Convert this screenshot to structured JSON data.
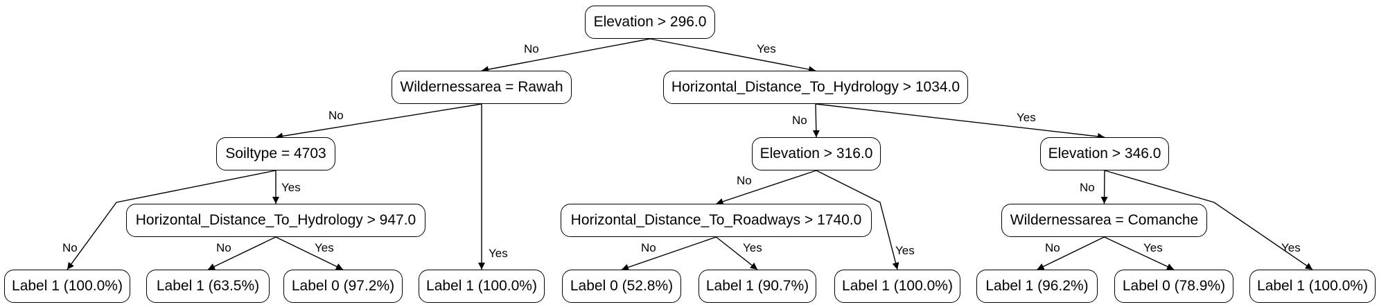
{
  "tree": {
    "nodes": {
      "root": "Elevation > 296.0",
      "n_wild_rawah": "Wildernessarea = Rawah",
      "n_hdh_1034": "Horizontal_Distance_To_Hydrology > 1034.0",
      "n_soil_4703": "Soiltype = 4703",
      "n_elev_316": "Elevation > 316.0",
      "n_elev_346": "Elevation > 346.0",
      "n_hdh_947": "Horizontal_Distance_To_Hydrology > 947.0",
      "n_hdr_1740": "Horizontal_Distance_To_Roadways > 1740.0",
      "n_wild_comanche": "Wildernessarea = Comanche",
      "leaf1": "Label 1 (100.0%)",
      "leaf2": "Label 1 (63.5%)",
      "leaf3": "Label 0 (97.2%)",
      "leaf4": "Label 1 (100.0%)",
      "leaf5": "Label 0 (52.8%)",
      "leaf6": "Label 1 (90.7%)",
      "leaf7": "Label 1 (100.0%)",
      "leaf8": "Label 1 (96.2%)",
      "leaf9": "Label 0 (78.9%)",
      "leaf10": "Label 1 (100.0%)"
    },
    "edges": [
      {
        "id": "e1",
        "from": "root",
        "to": "n_wild_rawah",
        "label": "No"
      },
      {
        "id": "e2",
        "from": "root",
        "to": "n_hdh_1034",
        "label": "Yes"
      },
      {
        "id": "e3",
        "from": "n_wild_rawah",
        "to": "n_soil_4703",
        "label": "No"
      },
      {
        "id": "e4",
        "from": "n_wild_rawah",
        "to": "leaf4",
        "label": "Yes"
      },
      {
        "id": "e5",
        "from": "n_soil_4703",
        "to": "leaf1",
        "label": "No"
      },
      {
        "id": "e6",
        "from": "n_soil_4703",
        "to": "n_hdh_947",
        "label": "Yes"
      },
      {
        "id": "e7",
        "from": "n_hdh_947",
        "to": "leaf2",
        "label": "No"
      },
      {
        "id": "e8",
        "from": "n_hdh_947",
        "to": "leaf3",
        "label": "Yes"
      },
      {
        "id": "e9",
        "from": "n_hdh_1034",
        "to": "n_elev_316",
        "label": "No"
      },
      {
        "id": "e10",
        "from": "n_hdh_1034",
        "to": "n_elev_346",
        "label": "Yes"
      },
      {
        "id": "e11",
        "from": "n_elev_316",
        "to": "n_hdr_1740",
        "label": "No"
      },
      {
        "id": "e12",
        "from": "n_elev_316",
        "to": "leaf7",
        "label": "Yes"
      },
      {
        "id": "e13",
        "from": "n_hdr_1740",
        "to": "leaf5",
        "label": "No"
      },
      {
        "id": "e14",
        "from": "n_hdr_1740",
        "to": "leaf6",
        "label": "Yes"
      },
      {
        "id": "e15",
        "from": "n_elev_346",
        "to": "n_wild_comanche",
        "label": "No"
      },
      {
        "id": "e16",
        "from": "n_elev_346",
        "to": "leaf10",
        "label": "Yes"
      },
      {
        "id": "e17",
        "from": "n_wild_comanche",
        "to": "leaf8",
        "label": "No"
      },
      {
        "id": "e18",
        "from": "n_wild_comanche",
        "to": "leaf9",
        "label": "Yes"
      }
    ]
  }
}
